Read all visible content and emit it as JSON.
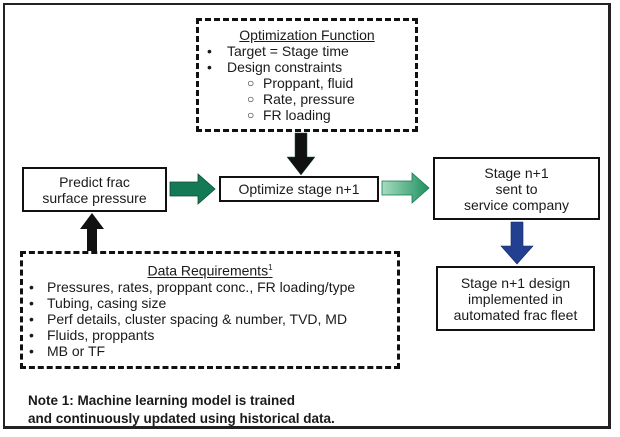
{
  "optimization_function": {
    "title": "Optimization Function",
    "items": [
      {
        "text": "Target = Stage time",
        "level": 1
      },
      {
        "text": "Design constraints",
        "level": 1
      },
      {
        "text": "Proppant, fluid",
        "level": 2
      },
      {
        "text": "Rate, pressure",
        "level": 2
      },
      {
        "text": "FR loading",
        "level": 2
      }
    ],
    "bullet": "•",
    "sub_bullet": "○"
  },
  "predict_box": {
    "line1": "Predict frac",
    "line2": "surface pressure"
  },
  "optimize_box": {
    "label": "Optimize stage n+1"
  },
  "sent_box": {
    "line1": "Stage n+1",
    "line2": "sent to",
    "line3": "service company"
  },
  "implemented_box": {
    "line1": "Stage n+1 design",
    "line2": "implemented in",
    "line3": "automated frac fleet"
  },
  "data_requirements": {
    "title": "Data Requirements",
    "superscript": "1",
    "bullet": "•",
    "items": [
      "Pressures, rates, proppant conc., FR loading/type",
      "Tubing, casing size",
      "Perf details, cluster spacing & number, TVD, MD",
      "Fluids, proppants",
      "MB or TF"
    ]
  },
  "note": {
    "line1": "Note 1: Machine learning model is trained",
    "line2": "and continuously updated using historical data."
  },
  "colors": {
    "arrow_black": "#111111",
    "arrow_green_dark": "#137a55",
    "arrow_green_light": "#8fd1b0",
    "arrow_green_mid": "#2a9a6a",
    "arrow_blue": "#233f8f"
  }
}
